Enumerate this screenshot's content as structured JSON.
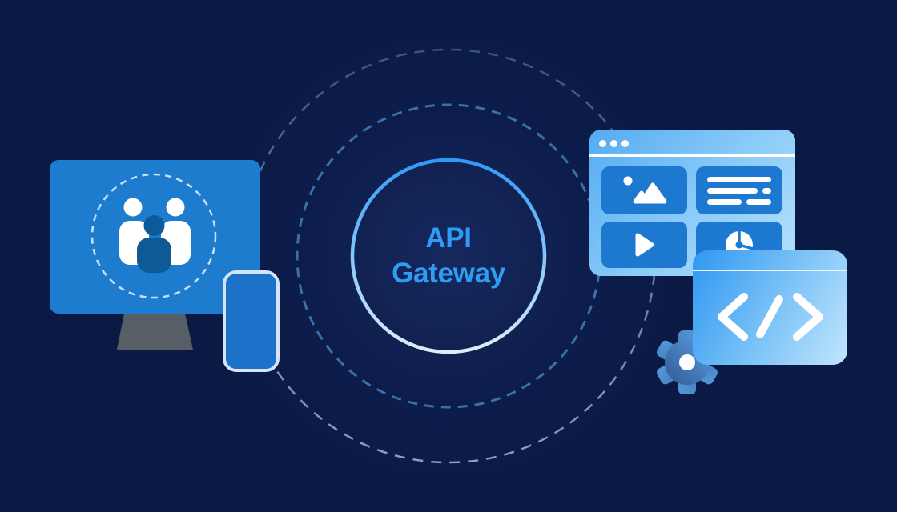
{
  "theme": {
    "css_vars": {
      "bg": "#0b1a45",
      "accent": "#2e9cf5",
      "monitor-blue": "#1e7ccf",
      "tile-blue": "#1d79cf",
      "phone-blue": "#1b72c8",
      "stand-gray": "#575e66"
    },
    "ring_gradient": [
      "#2f9bf5",
      "#dbeefd"
    ],
    "dashed_ring_color": "#3f74ad",
    "window_gradient": [
      "#54abf2",
      "#b7e0fb"
    ],
    "code_window_gradient": [
      "#2f97f1",
      "#c2e5fc"
    ],
    "gear_gradient": [
      "#2a4a85",
      "#5fa9ed"
    ],
    "people_front_color": "#0e5a96"
  },
  "gateway": {
    "title_line1": "API",
    "title_line2": "Gateway"
  },
  "scene": {
    "elements": [
      "outer-dashed-ring",
      "inner-dashed-ring",
      "gateway-circle",
      "monitor-with-users-icon",
      "smartphone",
      "browser-window-with-media-tiles",
      "code-window",
      "gear-icon"
    ],
    "tile_icons": [
      "image-icon",
      "text-lines-icon",
      "play-icon",
      "pie-chart-icon"
    ]
  }
}
